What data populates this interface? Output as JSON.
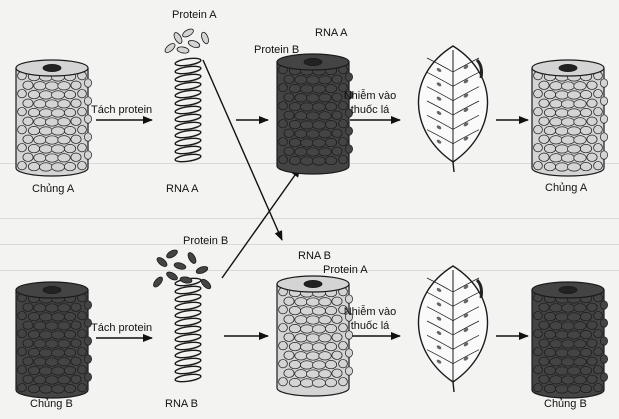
{
  "labels": {
    "protein_a_top": "Protein A",
    "protein_b_top": "Protein B",
    "protein_b_hybrid_top": "Protein B",
    "rna_a_hybrid_top": "RNA A",
    "rna_b_hybrid_bottom": "RNA B",
    "protein_a_hybrid_bottom": "Protein A",
    "remove_protein_top": "Tách protein",
    "remove_protein_bottom": "Tách protein",
    "infect_top_line1": "Nhiễm vào",
    "infect_top_line2": "thuốc lá",
    "infect_bottom_line1": "Nhiễm vào",
    "infect_bottom_line2": "thuốc lá",
    "strain_a_left": "Chủng A",
    "strain_b_left": "Chủng B",
    "rna_a_bottom": "RNA A",
    "rna_b_bottom": "RNA B",
    "strain_a_right": "Chủng A",
    "strain_b_right": "Chủng B"
  },
  "colors": {
    "light_capsid": "#d4d4d4",
    "dark_capsid": "#444444",
    "medium_capsid": "#8a8a8a",
    "outline": "#1a1a1a"
  }
}
